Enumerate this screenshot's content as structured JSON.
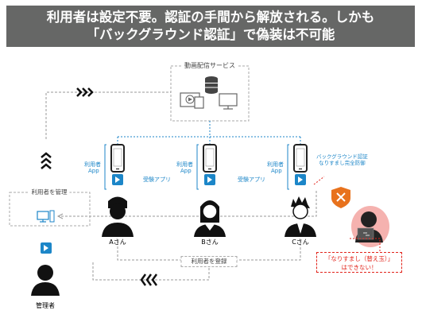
{
  "banner": {
    "line1": "利用者は設定不要。認証の手間から解放される。しかも",
    "line2": "「バックグラウンド認証」で偽装は不可能"
  },
  "service_box": {
    "label": "動画配信サービス"
  },
  "phones": [
    {
      "app_label_line1": "利用者",
      "app_label_line2": "App"
    },
    {
      "app_label_line1": "利用者",
      "app_label_line2": "App"
    },
    {
      "app_label_line1": "利用者",
      "app_label_line2": "App"
    }
  ],
  "receiving_app_labels": [
    "受験アプリ",
    "受験アプリ"
  ],
  "auth_note": {
    "line1": "バックグラウンド認証",
    "line2": "なりすまし完全防御"
  },
  "users": [
    "Aさん",
    "Bさん",
    "Cさん"
  ],
  "admin": {
    "label": "管理者",
    "manage_label": "利用者を管理"
  },
  "register_label": "利用者を登録",
  "warning": {
    "line1": "「なりすまし（替え玉）」",
    "line2": "はできない！"
  },
  "colors": {
    "accent": "#1c86c8",
    "danger": "#e2231a",
    "banner": "#666766"
  }
}
